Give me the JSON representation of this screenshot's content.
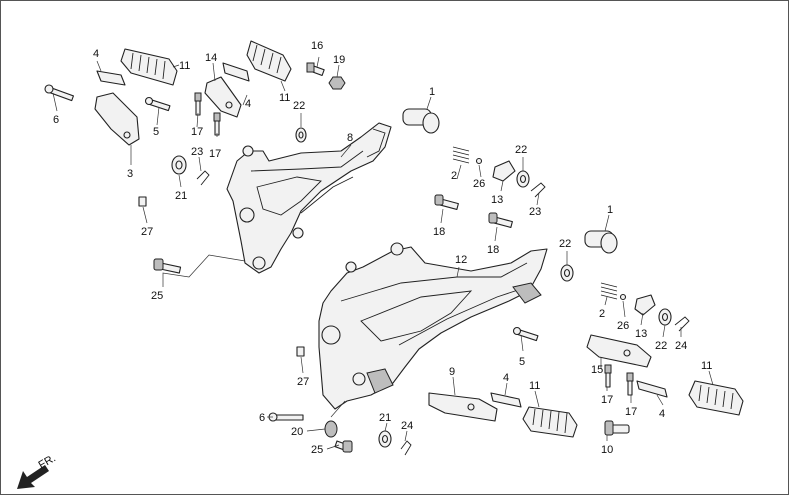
{
  "direction_label": "FR.",
  "callouts": [
    {
      "id": "c1",
      "text": "1"
    },
    {
      "id": "c2",
      "text": "2"
    },
    {
      "id": "c3",
      "text": "3"
    },
    {
      "id": "c4a",
      "text": "4"
    },
    {
      "id": "c4b",
      "text": "4"
    },
    {
      "id": "c4c",
      "text": "4"
    },
    {
      "id": "c4d",
      "text": "4"
    },
    {
      "id": "c5a",
      "text": "5"
    },
    {
      "id": "c5b",
      "text": "5"
    },
    {
      "id": "c6a",
      "text": "6"
    },
    {
      "id": "c6b",
      "text": "6"
    },
    {
      "id": "c8",
      "text": "8"
    },
    {
      "id": "c9",
      "text": "9"
    },
    {
      "id": "c10",
      "text": "10"
    },
    {
      "id": "c11a",
      "text": "11"
    },
    {
      "id": "c11b",
      "text": "11"
    },
    {
      "id": "c11c",
      "text": "11"
    },
    {
      "id": "c11d",
      "text": "11"
    },
    {
      "id": "c12",
      "text": "12"
    },
    {
      "id": "c13a",
      "text": "13"
    },
    {
      "id": "c13b",
      "text": "13"
    },
    {
      "id": "c14",
      "text": "14"
    },
    {
      "id": "c15",
      "text": "15"
    },
    {
      "id": "c16",
      "text": "16"
    },
    {
      "id": "c17a",
      "text": "17"
    },
    {
      "id": "c17b",
      "text": "17"
    },
    {
      "id": "c17c",
      "text": "17"
    },
    {
      "id": "c17d",
      "text": "17"
    },
    {
      "id": "c18a",
      "text": "18"
    },
    {
      "id": "c18b",
      "text": "18"
    },
    {
      "id": "c19",
      "text": "19"
    },
    {
      "id": "c20",
      "text": "20"
    },
    {
      "id": "c21a",
      "text": "21"
    },
    {
      "id": "c21b",
      "text": "21"
    },
    {
      "id": "c22a",
      "text": "22"
    },
    {
      "id": "c22b",
      "text": "22"
    },
    {
      "id": "c22c",
      "text": "22"
    },
    {
      "id": "c22d",
      "text": "22"
    },
    {
      "id": "c23a",
      "text": "23"
    },
    {
      "id": "c23b",
      "text": "23"
    },
    {
      "id": "c24a",
      "text": "24"
    },
    {
      "id": "c24b",
      "text": "24"
    },
    {
      "id": "c25a",
      "text": "25"
    },
    {
      "id": "c25b",
      "text": "25"
    },
    {
      "id": "c26a",
      "text": "26"
    },
    {
      "id": "c26b",
      "text": "26"
    },
    {
      "id": "c27a",
      "text": "27"
    },
    {
      "id": "c27b",
      "text": "27"
    },
    {
      "id": "c1b",
      "text": "1"
    },
    {
      "id": "c2b",
      "text": "2"
    }
  ]
}
